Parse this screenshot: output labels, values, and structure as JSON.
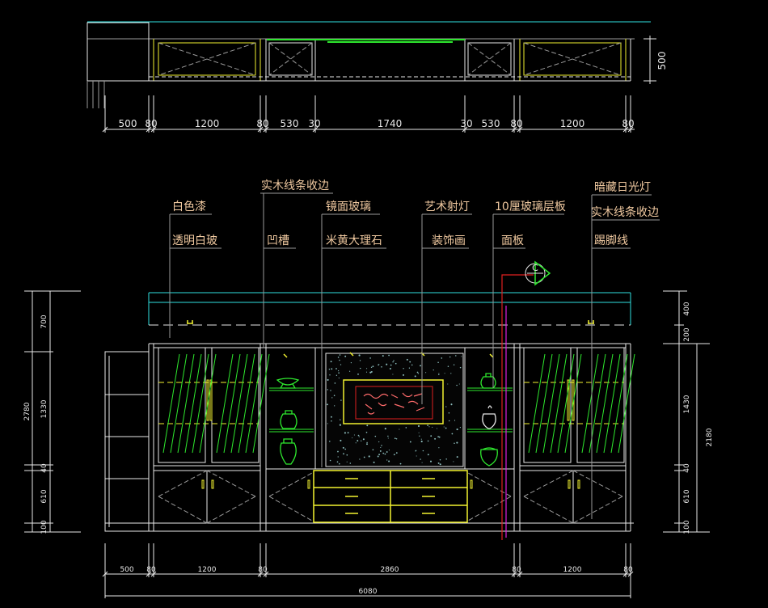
{
  "colors": {
    "background": "#000000",
    "cyan": "#31e0e0",
    "yellow": "#f2f230",
    "green": "#2ee82e",
    "white": "#e8e8e8",
    "gray": "#9a9a9a",
    "label": "#f0c9a0",
    "magenta": "#e020e0",
    "red": "#e02020"
  },
  "plan_dimensions": [
    "500",
    "80",
    "1200",
    "80",
    "530",
    "30",
    "1740",
    "30",
    "530",
    "80",
    "1200",
    "80"
  ],
  "plan_depth": "500",
  "elevation_bottom_dimensions": [
    "500",
    "80",
    "1200",
    "80",
    "2860",
    "80",
    "1200",
    "80"
  ],
  "total_width": "6080",
  "left_dimensions": [
    "700",
    "1330",
    "40",
    "610",
    "100"
  ],
  "left_total": "2780",
  "right_dimensions": [
    "400",
    "200",
    "1430",
    "40",
    "610",
    "100"
  ],
  "right_total": "2180",
  "labels": {
    "white_paint": "白色漆",
    "clear_glass": "透明白玻",
    "wood_trim_left": "实木线条收边",
    "groove": "凹槽",
    "mirror_glass": "镜面玻璃",
    "marble": "米黄大理石",
    "spotlight": "艺术射灯",
    "painting": "装饰画",
    "glass_shelf": "10厘玻璃层板",
    "panel": "面板",
    "hidden_light": "暗藏日光灯",
    "wood_trim_right": "实木线条收边",
    "skirting": "踢脚线"
  },
  "section_marker": "C"
}
